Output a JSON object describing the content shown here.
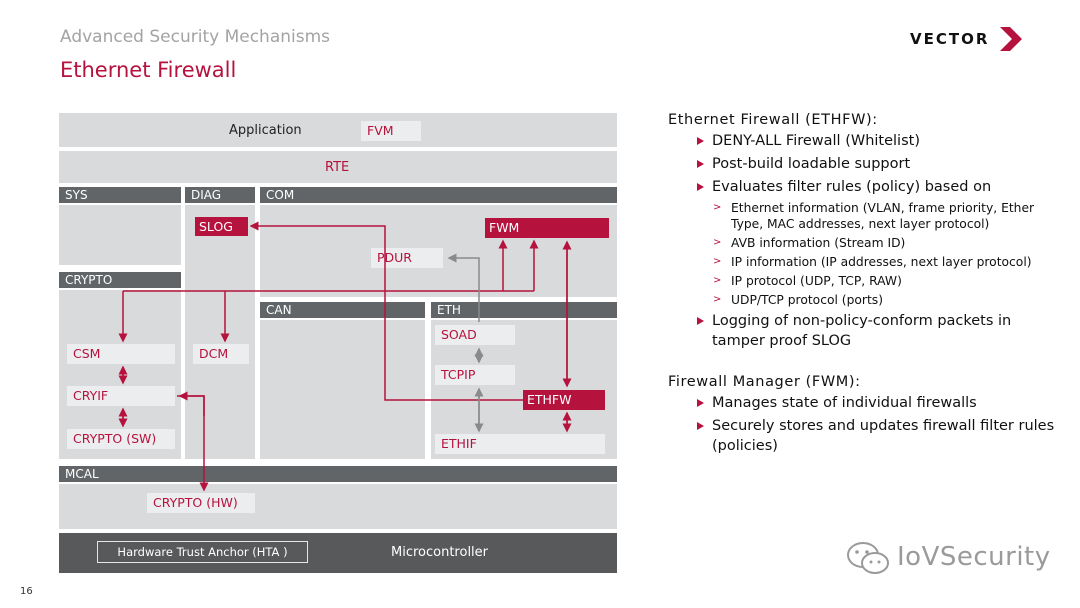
{
  "slide": {
    "subtitle": "Advanced Security Mechanisms",
    "title": "Ethernet Firewall",
    "logo_text": "VECTOR",
    "page_number": "16",
    "watermark": "IoVSecurity"
  },
  "diagram": {
    "application": "Application",
    "fvm": "FVM",
    "rte": "RTE",
    "headers": {
      "sys": "SYS",
      "diag": "DIAG",
      "com": "COM",
      "crypto": "CRYPTO",
      "can": "CAN",
      "eth": "ETH",
      "mcal": "MCAL"
    },
    "modules": {
      "slog": "SLOG",
      "fwm": "FWM",
      "pdur": "PDUR",
      "soad": "SOAD",
      "tcpip": "TCPIP",
      "ethfw": "ETHFW",
      "ethif": "ETHIF",
      "csm": "CSM",
      "dcm": "DCM",
      "cryif": "CRYIF",
      "crypto_sw": "CRYPTO (SW)",
      "crypto_hw": "CRYPTO (HW)"
    },
    "hta": "Hardware Trust Anchor (HTA )",
    "microcontroller": "Microcontroller"
  },
  "right": {
    "ethfw_title": "Ethernet Firewall (ETHFW):",
    "ethfw_points": [
      "DENY-ALL Firewall (Whitelist)",
      "Post-build loadable support",
      "Evaluates filter rules (policy) based on"
    ],
    "sub_points": [
      "Ethernet information (VLAN, frame priority, Ether Type, MAC addresses, next layer protocol)",
      "AVB information (Stream ID)",
      "IP information (IP addresses, next layer protocol)",
      "IP protocol (UDP, TCP, RAW)",
      "UDP/TCP protocol (ports)"
    ],
    "logging_point": "Logging of non-policy-conform packets in tamper proof SLOG",
    "fwm_title": "Firewall Manager (FWM):",
    "fwm_points": [
      "Manages state of individual firewalls",
      "Securely stores and updates firewall filter rules  (policies)"
    ]
  },
  "colors": {
    "accent": "#b5123e",
    "header_gray": "#626567",
    "block_gray": "#d9dadb",
    "module_light": "#ecedee",
    "micro_dark": "#58595b",
    "subtitle_gray": "#a3a3a3"
  }
}
